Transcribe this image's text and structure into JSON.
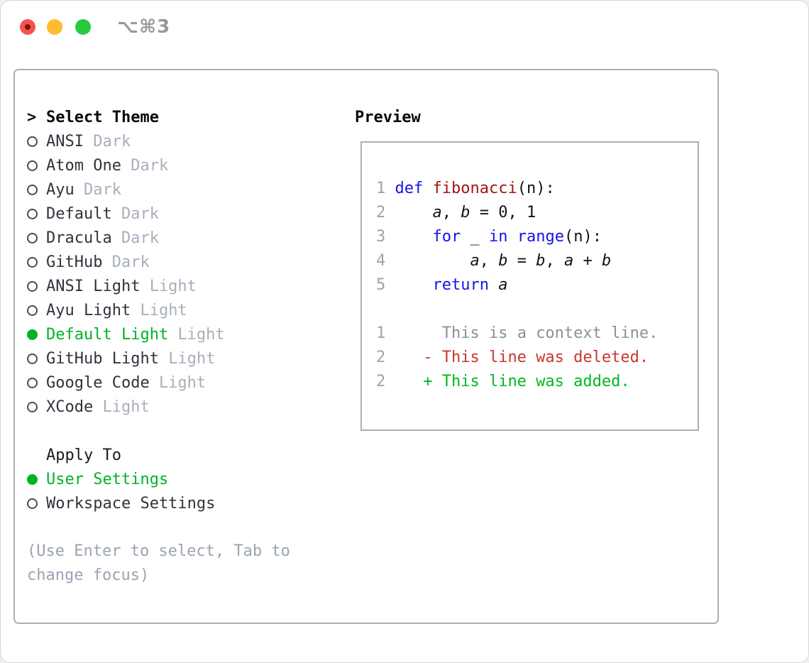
{
  "window": {
    "shortcut_label": "⌥⌘3"
  },
  "theme_picker": {
    "prompt_marker": ">",
    "title": "Select Theme",
    "items": [
      {
        "name": "ANSI",
        "variant": "Dark",
        "selected": false
      },
      {
        "name": "Atom One",
        "variant": "Dark",
        "selected": false
      },
      {
        "name": "Ayu",
        "variant": "Dark",
        "selected": false
      },
      {
        "name": "Default",
        "variant": "Dark",
        "selected": false
      },
      {
        "name": "Dracula",
        "variant": "Dark",
        "selected": false
      },
      {
        "name": "GitHub",
        "variant": "Dark",
        "selected": false
      },
      {
        "name": "ANSI Light",
        "variant": "Light",
        "selected": false
      },
      {
        "name": "Ayu Light",
        "variant": "Light",
        "selected": false
      },
      {
        "name": "Default Light",
        "variant": "Light",
        "selected": true
      },
      {
        "name": "GitHub Light",
        "variant": "Light",
        "selected": false
      },
      {
        "name": "Google Code",
        "variant": "Light",
        "selected": false
      },
      {
        "name": "XCode",
        "variant": "Light",
        "selected": false
      }
    ]
  },
  "apply_to": {
    "title": "Apply To",
    "options": [
      {
        "name": "User Settings",
        "selected": true
      },
      {
        "name": "Workspace Settings",
        "selected": false
      }
    ]
  },
  "footer_hint": "(Use Enter to select, Tab to change focus)",
  "preview": {
    "title": "Preview",
    "code_lines": [
      [
        {
          "t": "1",
          "c": "num"
        },
        {
          "t": " ",
          "c": "pl"
        },
        {
          "t": "def",
          "c": "kw"
        },
        {
          "t": " ",
          "c": "pl"
        },
        {
          "t": "fibonacci",
          "c": "fn"
        },
        {
          "t": "(n):",
          "c": "pl"
        }
      ],
      [
        {
          "t": "2",
          "c": "num"
        },
        {
          "t": "     ",
          "c": "pl"
        },
        {
          "t": "a",
          "c": "var"
        },
        {
          "t": ", ",
          "c": "pl"
        },
        {
          "t": "b",
          "c": "var"
        },
        {
          "t": " = 0, 1",
          "c": "pl"
        }
      ],
      [
        {
          "t": "3",
          "c": "num"
        },
        {
          "t": "     ",
          "c": "pl"
        },
        {
          "t": "for",
          "c": "kw"
        },
        {
          "t": " _ ",
          "c": "pl"
        },
        {
          "t": "in",
          "c": "kw"
        },
        {
          "t": " ",
          "c": "pl"
        },
        {
          "t": "range",
          "c": "kw"
        },
        {
          "t": "(n):",
          "c": "pl"
        }
      ],
      [
        {
          "t": "4",
          "c": "num"
        },
        {
          "t": "         ",
          "c": "pl"
        },
        {
          "t": "a",
          "c": "var"
        },
        {
          "t": ", ",
          "c": "pl"
        },
        {
          "t": "b",
          "c": "var"
        },
        {
          "t": " = ",
          "c": "pl"
        },
        {
          "t": "b",
          "c": "var"
        },
        {
          "t": ", ",
          "c": "pl"
        },
        {
          "t": "a",
          "c": "var"
        },
        {
          "t": " + ",
          "c": "pl"
        },
        {
          "t": "b",
          "c": "var"
        }
      ],
      [
        {
          "t": "5",
          "c": "num"
        },
        {
          "t": "     ",
          "c": "pl"
        },
        {
          "t": "return",
          "c": "kw"
        },
        {
          "t": " ",
          "c": "pl"
        },
        {
          "t": "a",
          "c": "var"
        }
      ],
      [],
      [
        {
          "t": "1",
          "c": "num"
        },
        {
          "t": "      ",
          "c": "pl"
        },
        {
          "t": "This is a context line.",
          "c": "ctx"
        }
      ],
      [
        {
          "t": "2",
          "c": "num"
        },
        {
          "t": "    ",
          "c": "pl"
        },
        {
          "t": "- This line was deleted.",
          "c": "del"
        }
      ],
      [
        {
          "t": "2",
          "c": "num"
        },
        {
          "t": "    ",
          "c": "pl"
        },
        {
          "t": "+ This line was added.",
          "c": "add"
        }
      ]
    ]
  },
  "colors": {
    "accent_green": "#00b226",
    "keyword_blue": "#1414e8",
    "function_red": "#a51414",
    "deleted_red": "#c8372b",
    "added_green": "#00b81f",
    "muted_gray": "#a7afbc",
    "line_number_gray": "#9aa3b1",
    "context_gray": "#8b9199",
    "panel_border": "#a9afb9",
    "traffic_red": "#f6534e",
    "traffic_yellow": "#febc2e",
    "traffic_green": "#28c841"
  }
}
